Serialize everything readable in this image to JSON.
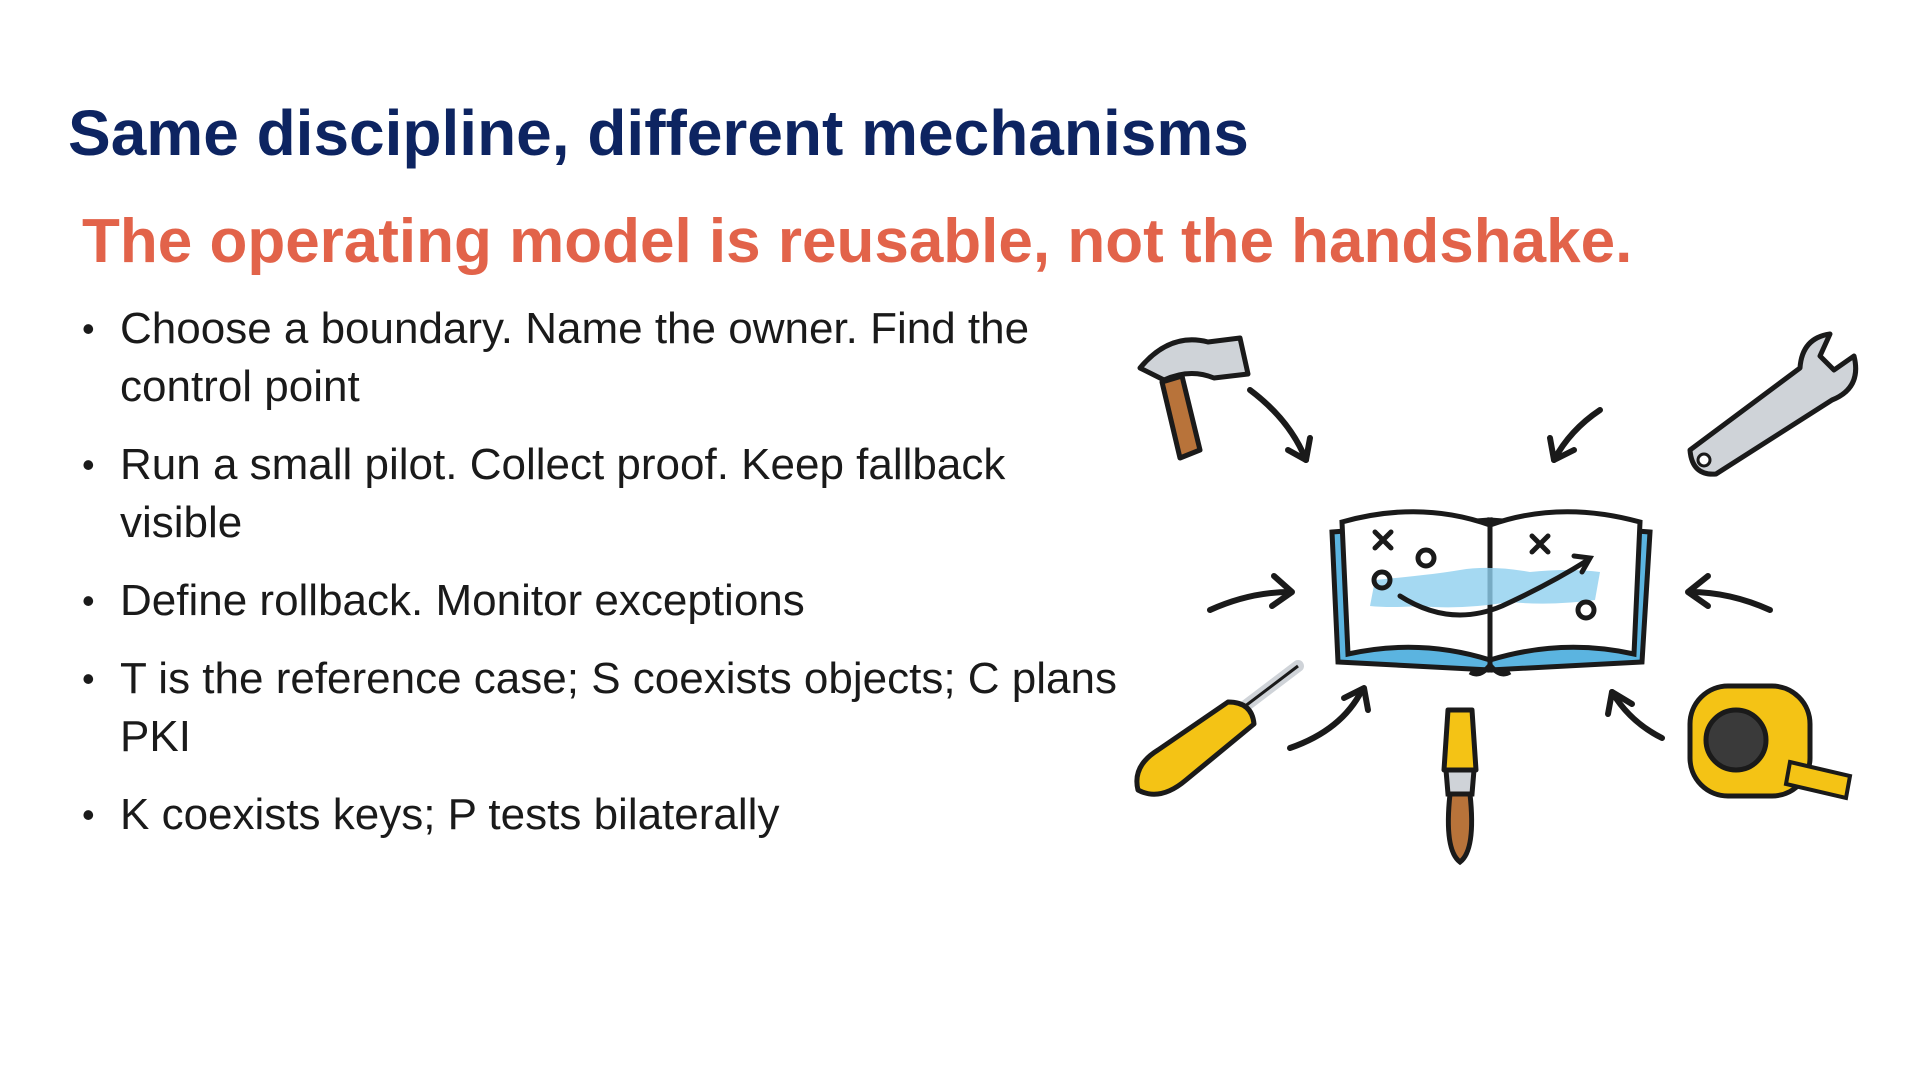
{
  "slide": {
    "title": "Same discipline, different mechanisms",
    "subtitle": "The operating model is reusable, not the handshake.",
    "bullets": [
      "Choose a boundary. Name the owner. Find the control point",
      "Run a small pilot. Collect proof. Keep fallback visible",
      "Define rollback. Monitor exceptions",
      "T is the reference case; S coexists objects; C plans PKI",
      "K coexists keys; P tests bilaterally"
    ]
  },
  "illustration": {
    "subject": "tools-pointing-to-playbook",
    "icons": [
      "hammer-icon",
      "wrench-icon",
      "screwdriver-icon",
      "paintbrush-icon",
      "tape-measure-icon",
      "playbook-icon"
    ],
    "colors": {
      "outline": "#1a1a1a",
      "book_blue": "#5bb4e0",
      "tool_yellow": "#f4c315",
      "wood_brown": "#b8733a",
      "metal_gray": "#cfd3d8"
    }
  }
}
